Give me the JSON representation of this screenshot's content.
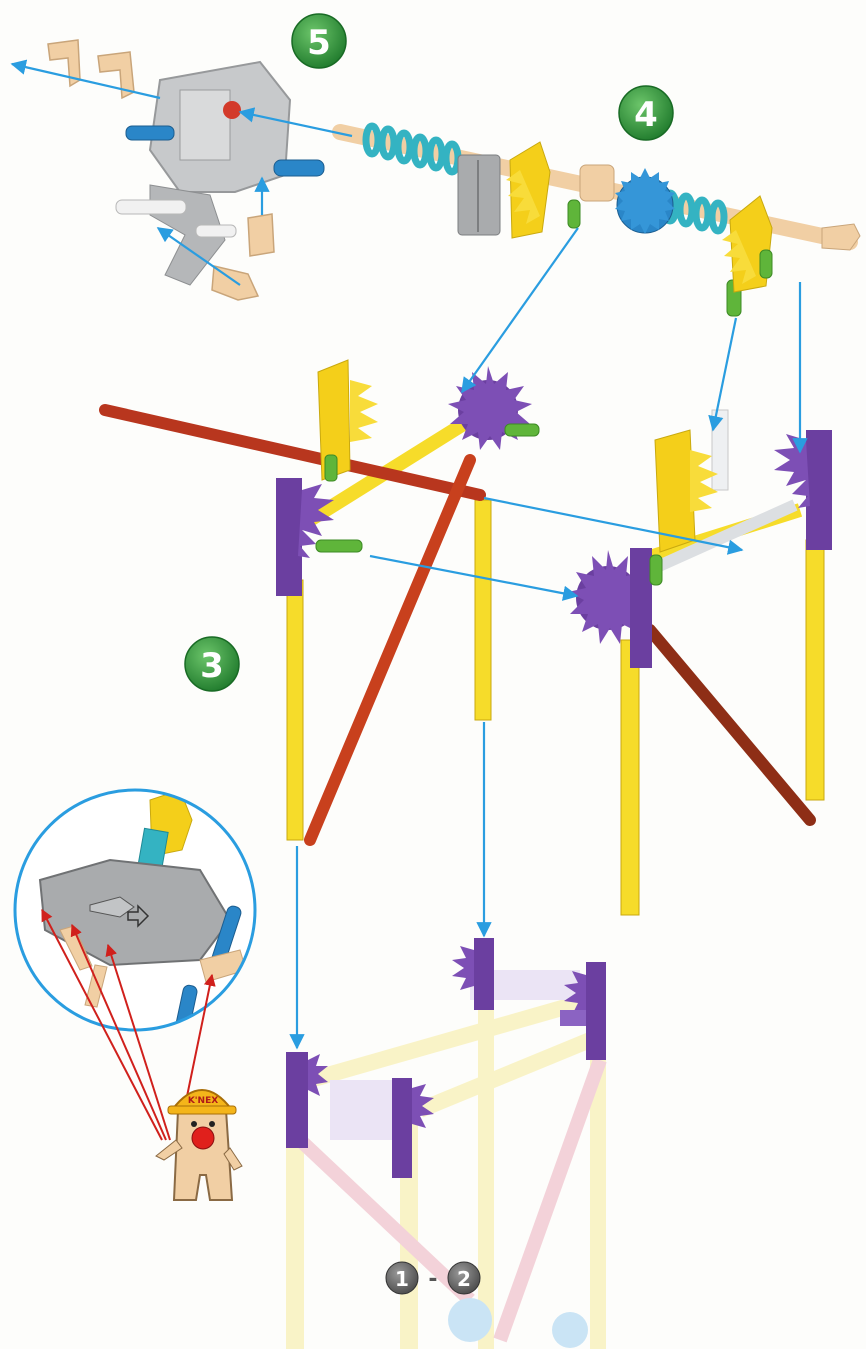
{
  "steps": {
    "step5": "5",
    "step4": "4",
    "step3": "3"
  },
  "previous_steps": {
    "first": "1",
    "separator": "-",
    "last": "2"
  },
  "mascot": {
    "hat_text": "K'NEX"
  },
  "colors": {
    "step_badge": "#2e8b36",
    "arrow_blue": "#2a9de0",
    "arrow_red": "#d0201c",
    "rod_yellow": "#f6dc2a",
    "rod_red": "#b8361e",
    "connector_purple": "#6b3fa0",
    "connector_yellow": "#f4cf1a",
    "connector_tan": "#f1cfa4",
    "gear_blue": "#2a86c8",
    "spring_teal": "#34b3c2",
    "motor_gray": "#a9abad"
  }
}
